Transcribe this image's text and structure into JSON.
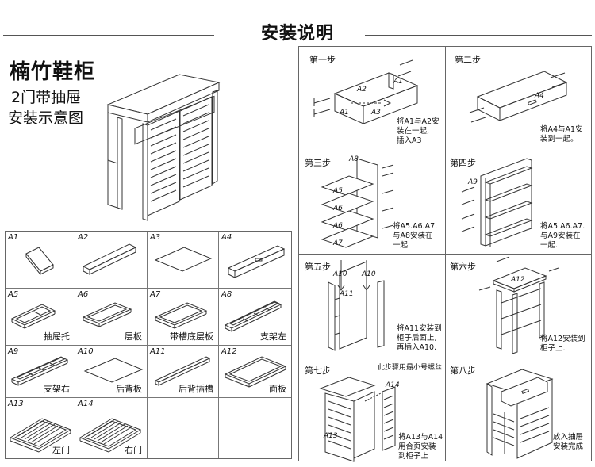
{
  "header": {
    "title": "安装说明"
  },
  "product": {
    "name": "楠竹鞋柜",
    "subtitle1": "2门带抽屉",
    "subtitle2": "安装示意图"
  },
  "parts": [
    {
      "id": "A1",
      "name": ""
    },
    {
      "id": "A2",
      "name": ""
    },
    {
      "id": "A3",
      "name": ""
    },
    {
      "id": "A4",
      "name": ""
    },
    {
      "id": "A5",
      "name": "抽屉托"
    },
    {
      "id": "A6",
      "name": "层板"
    },
    {
      "id": "A7",
      "name": "带槽底层板"
    },
    {
      "id": "A8",
      "name": "支架左"
    },
    {
      "id": "A9",
      "name": "支架右"
    },
    {
      "id": "A10",
      "name": "后背板"
    },
    {
      "id": "A11",
      "name": "后背插槽"
    },
    {
      "id": "A12",
      "name": "面板"
    },
    {
      "id": "A13",
      "name": "左门"
    },
    {
      "id": "A14",
      "name": "右门"
    }
  ],
  "steps": [
    {
      "label": "第一步",
      "note": [
        "将A1与A2安",
        "装在一起,",
        "插入A3"
      ]
    },
    {
      "label": "第二步",
      "note": [
        "将A4与A1安",
        "装到一起。"
      ]
    },
    {
      "label": "第三步",
      "note": [
        "将A5.A6.A7.",
        "与A8安装在",
        "一起."
      ]
    },
    {
      "label": "第四步",
      "note": [
        "将A5.A6.A7.",
        "与A9安装在",
        "一起."
      ]
    },
    {
      "label": "第五步",
      "note": [
        "将A11安装到",
        "柜子后面上,",
        "再插入A10."
      ]
    },
    {
      "label": "第六步",
      "note": [
        "将A12安装到",
        "柜子上."
      ]
    },
    {
      "label": "第七步",
      "note": [
        "将A13与A14",
        "用合页安装",
        "到柜子上"
      ]
    },
    {
      "label": "第八步",
      "note": [
        "放入抽屉",
        "安装完成"
      ]
    }
  ],
  "step7_top_note": "此步骤用最小号螺丝",
  "diagram_labels": {
    "s1": [
      "A2",
      "A1",
      "A1",
      "A3"
    ],
    "s2": [
      "A4"
    ],
    "s3": [
      "A8",
      "A5",
      "A6",
      "A6",
      "A7"
    ],
    "s4": [
      "A9"
    ],
    "s5": [
      "A10",
      "A10",
      "A11"
    ],
    "s6": [
      "A12"
    ],
    "s7": [
      "A14",
      "A13"
    ]
  }
}
